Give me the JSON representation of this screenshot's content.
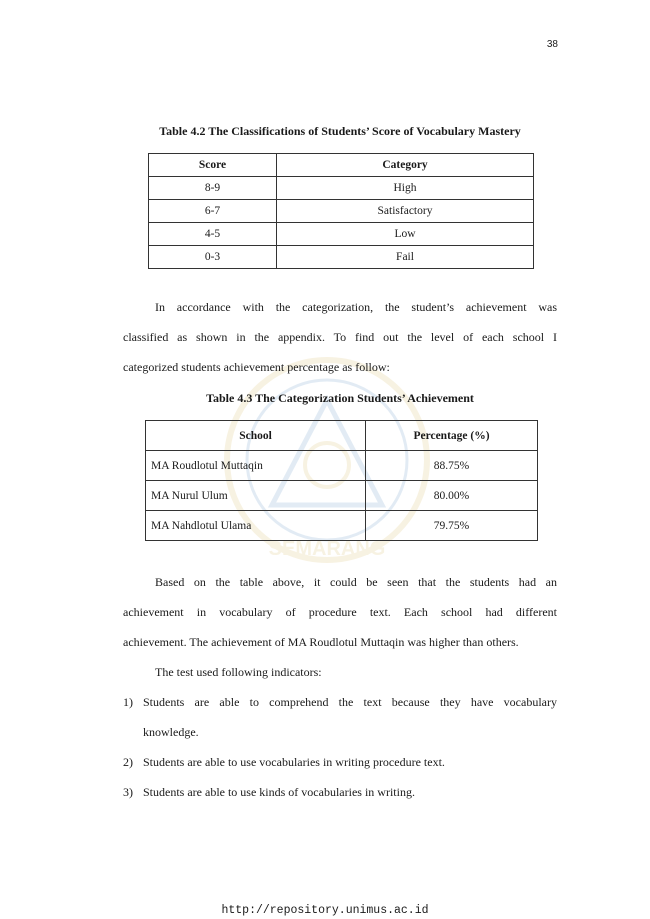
{
  "page_number": "38",
  "table1": {
    "caption": "Table 4.2 The Classifications of Students’ Score of Vocabulary Mastery",
    "headers": [
      "Score",
      "Category"
    ],
    "rows": [
      [
        "8-9",
        "High"
      ],
      [
        "6-7",
        "Satisfactory"
      ],
      [
        "4-5",
        "Low"
      ],
      [
        "0-3",
        "Fail"
      ]
    ]
  },
  "para1": {
    "lines": [
      "In accordance with the categorization, the student’s achievement was",
      "classified as shown in the appendix. To find out the level of each school I",
      "categorized students achievement percentage as follow:"
    ]
  },
  "table2": {
    "caption": "Table 4.3 The Categorization Students’ Achievement",
    "headers": [
      "School",
      "Percentage (%)"
    ],
    "rows": [
      [
        "MA Roudlotul Muttaqin",
        "88.75%"
      ],
      [
        "MA Nurul Ulum",
        "80.00%"
      ],
      [
        "MA Nahdlotul Ulama",
        "79.75%"
      ]
    ]
  },
  "para2": {
    "lines": [
      "Based on the table above, it could be seen that the students had an",
      "achievement in vocabulary of procedure text. Each school had different",
      "achievement. The achievement of MA Roudlotul Muttaqin was higher than others."
    ]
  },
  "para3": {
    "text": "The test used following indicators:"
  },
  "indicators": [
    {
      "num": "1)",
      "lines": [
        "Students are able to comprehend the text because they have vocabulary",
        "knowledge."
      ]
    },
    {
      "num": "2)",
      "lines": [
        "Students are able to use vocabularies in writing procedure text."
      ]
    },
    {
      "num": "3)",
      "lines": [
        "Students are able to use kinds of vocabularies in writing."
      ]
    }
  ],
  "watermark_text": "SEMARANG",
  "footer_url": "http://repository.unimus.ac.id"
}
